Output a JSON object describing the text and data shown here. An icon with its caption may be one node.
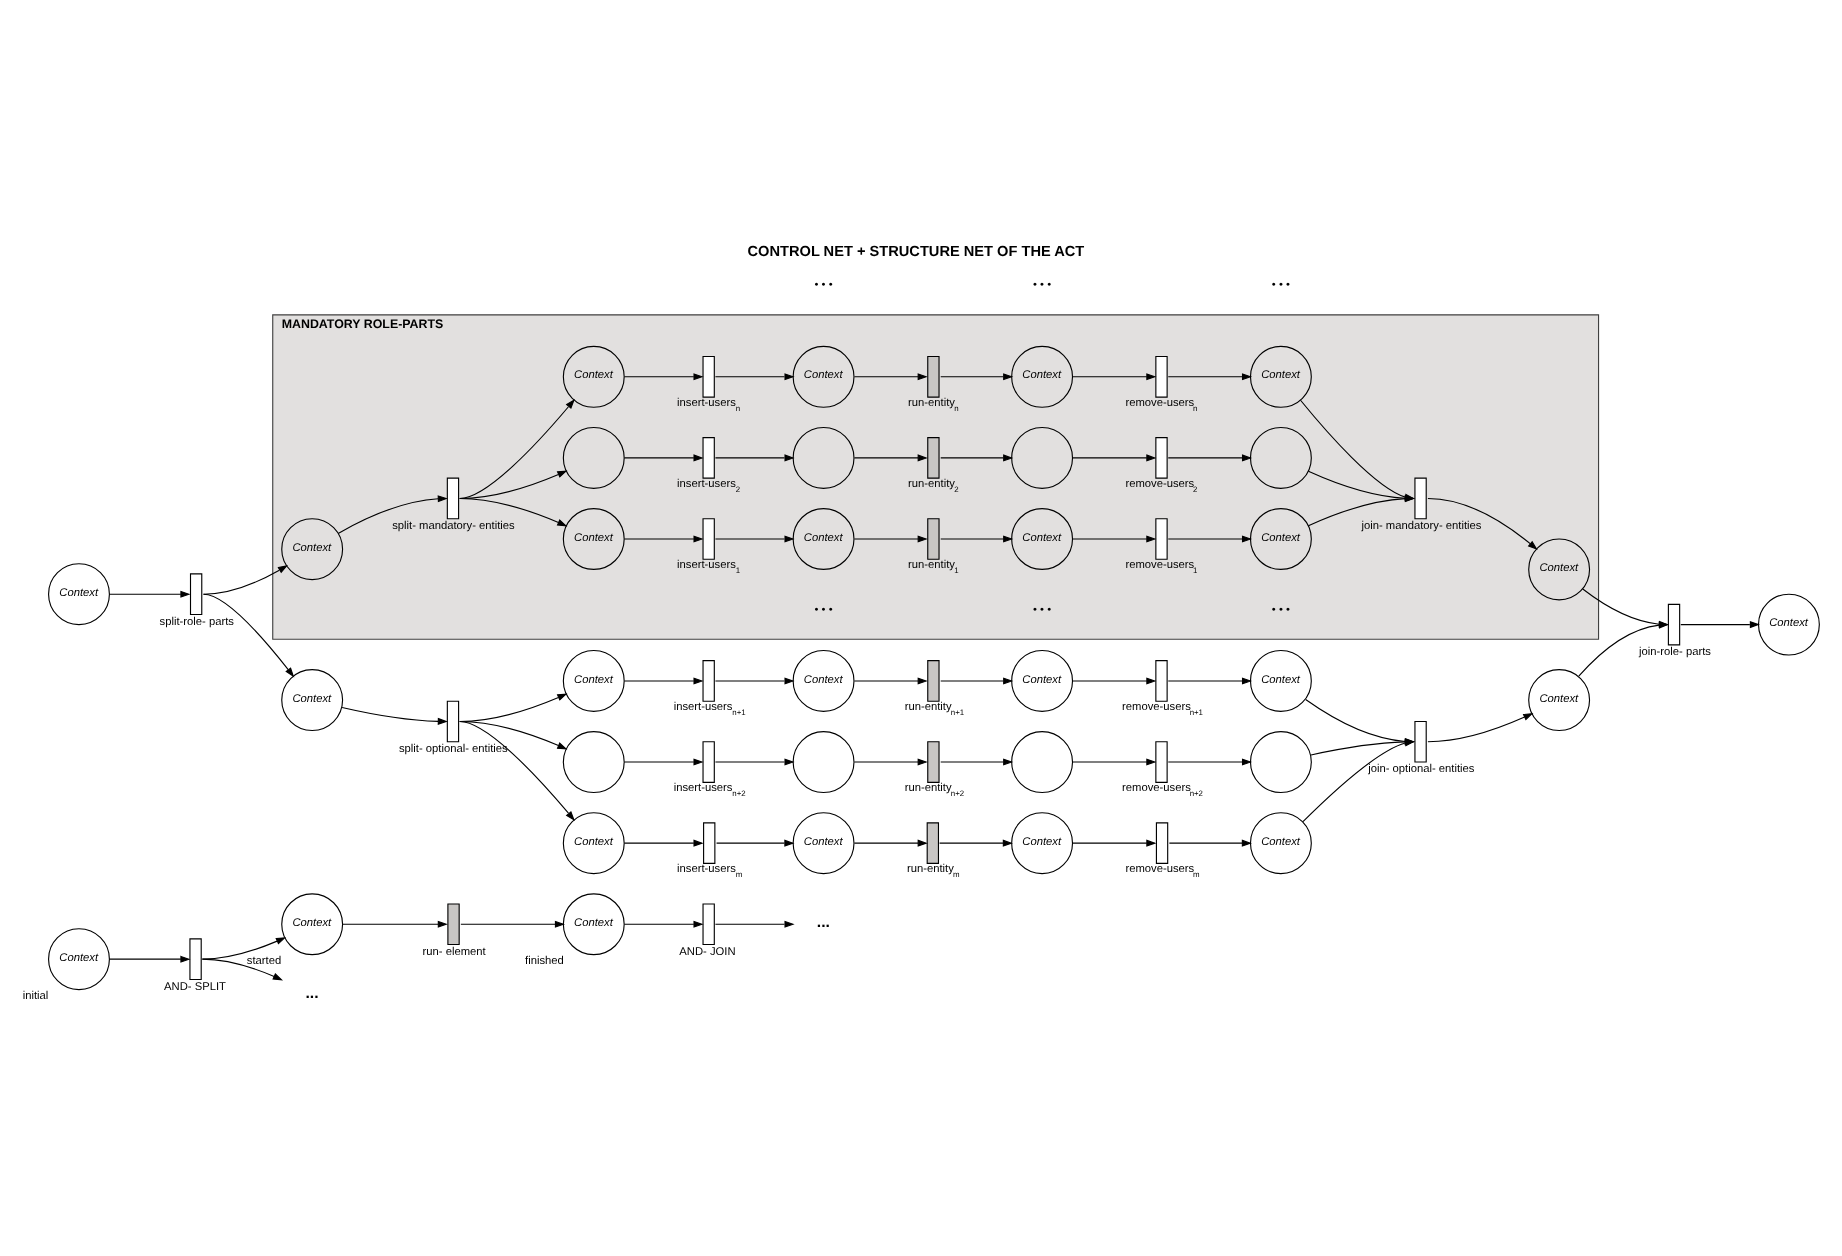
{
  "diagram": {
    "title": "CONTROL NET + STRUCTURE NET OF THE ACT",
    "nodes": [
      {
        "text": [
          "Context"
        ],
        "beside": [
          "initial"
        ]
      },
      {
        "text": [
          "AND- SPLIT"
        ]
      },
      {
        "text": [
          "Context"
        ],
        "beside": [
          "started"
        ]
      },
      {
        "text": [
          "run- element"
        ]
      },
      {
        "text": [
          "Context"
        ],
        "beside": [
          "finished"
        ]
      },
      {
        "text": [
          "AND- JOIN"
        ]
      },
      {
        "text": [
          "..."
        ]
      },
      {
        "text": [
          "..."
        ]
      },
      {
        "text": [
          "Context"
        ]
      },
      {
        "text": [
          "split-role- parts"
        ]
      },
      {
        "text": [
          "MANDATORY ROLE-PARTS"
        ]
      },
      {
        "text": [
          "Context"
        ],
        "in": 10
      },
      {
        "text": [
          "split- mandatory- entities"
        ],
        "in": 10
      },
      {
        "text": [
          "Context"
        ],
        "in": 10
      },
      {
        "text": [
          "insert-users$_{1}$"
        ],
        "in": 10
      },
      {
        "text": [
          "Context"
        ],
        "in": 10
      },
      {
        "text": [
          "run-entity$_{1}$"
        ],
        "in": 10
      },
      {
        "text": [
          "Context"
        ],
        "in": 10
      },
      {
        "text": [
          "remove-users$_{1}$"
        ],
        "in": 10
      },
      {
        "text": [
          "Context"
        ],
        "in": 10
      },
      {
        "text": [],
        "shape": "circle",
        "in": 10
      },
      {
        "text": [
          "insert-users$_{2}$"
        ],
        "in": 10
      },
      {
        "text": [],
        "shape": "circle",
        "in": 10
      },
      {
        "text": [
          "run-entity$_{2}$"
        ],
        "in": 10
      },
      {
        "text": [],
        "shape": "circle",
        "in": 10
      },
      {
        "text": [
          "remove-users$_{2}$"
        ],
        "in": 10
      },
      {
        "text": [],
        "shape": "circle",
        "in": 10
      },
      {
        "text": [
          "Context"
        ],
        "in": 10
      },
      {
        "text": [
          "insert-users$_{n}$"
        ],
        "in": 10
      },
      {
        "text": [
          "Context"
        ],
        "in": 10
      },
      {
        "text": [
          "run-entity$_{n}$"
        ],
        "in": 10
      },
      {
        "text": [
          "Context"
        ],
        "in": 10
      },
      {
        "text": [
          "remove-users$_{n}$"
        ],
        "in": 10
      },
      {
        "text": [
          "Context"
        ],
        "in": 10
      },
      {
        "text": [
          "join- mandatory- entities"
        ],
        "in": 10
      },
      {
        "text": [
          "Context"
        ],
        "in": 10
      },
      {
        "text": [
          "join-role- parts"
        ]
      },
      {
        "text": [
          "Context"
        ]
      },
      {
        "text": [
          "Context"
        ]
      },
      {
        "text": [
          "split- optional- entities"
        ]
      },
      {
        "text": [
          "Context"
        ]
      },
      {
        "text": [
          "insert-users$_{n+1}$"
        ]
      },
      {
        "text": [
          "Context"
        ]
      },
      {
        "text": [
          "run-entity$_{n+1}$"
        ]
      },
      {
        "text": [
          "Context"
        ]
      },
      {
        "text": [
          "remove-users$_{n+1}$"
        ]
      },
      {
        "text": [
          "Context"
        ]
      },
      {
        "text": [],
        "shape": "circle"
      },
      {
        "text": [
          "insert-users$_{n+2}$"
        ]
      },
      {
        "text": [],
        "shape": "circle"
      },
      {
        "text": [
          "run-entity$_{n+2}$"
        ]
      },
      {
        "text": [],
        "shape": "circle"
      },
      {
        "text": [
          "remove-users$_{n+2}$"
        ]
      },
      {
        "text": [],
        "shape": "circle"
      },
      {
        "text": [
          "Context"
        ]
      },
      {
        "text": [
          "insert-users$_{m}$"
        ]
      },
      {
        "text": [
          "Context"
        ]
      },
      {
        "text": [
          "run-entity$_{m}$"
        ]
      },
      {
        "text": [
          "Context"
        ]
      },
      {
        "text": [
          "remove-users$_{m}$"
        ]
      },
      {
        "text": [
          "Context"
        ]
      },
      {
        "text": [
          "join- optional- entities"
        ]
      },
      {
        "text": [
          "Context"
        ]
      }
    ],
    "edges": [
      {
        "from": 0,
        "to": 1,
        "arrow": "to"
      },
      {
        "from": 1,
        "to": 2,
        "arrow": "to"
      },
      {
        "from": 2,
        "to": 3,
        "arrow": "to"
      },
      {
        "from": 3,
        "to": 4,
        "arrow": "to"
      },
      {
        "from": 4,
        "to": 5,
        "arrow": "to"
      },
      {
        "from": 5,
        "to": 6,
        "arrow": "to"
      },
      {
        "from": 1,
        "to": 7,
        "arrow": "to"
      },
      {
        "from": 8,
        "to": 9,
        "arrow": "to"
      },
      {
        "from": 9,
        "to": 11,
        "arrow": "to"
      },
      {
        "from": 11,
        "to": 12,
        "arrow": "to"
      },
      {
        "from": 12,
        "to": 13,
        "arrow": "to"
      },
      {
        "from": 12,
        "to": 20,
        "arrow": "to"
      },
      {
        "from": 12,
        "to": 27,
        "arrow": "to"
      },
      {
        "from": 13,
        "to": 14,
        "arrow": "to"
      },
      {
        "from": 14,
        "to": 15,
        "arrow": "to"
      },
      {
        "from": 15,
        "to": 16,
        "arrow": "to"
      },
      {
        "from": 16,
        "to": 17,
        "arrow": "to"
      },
      {
        "from": 17,
        "to": 18,
        "arrow": "to"
      },
      {
        "from": 18,
        "to": 19,
        "arrow": "to"
      },
      {
        "from": 19,
        "to": 34,
        "arrow": "to"
      },
      {
        "from": 20,
        "to": 21,
        "arrow": "to"
      },
      {
        "from": 21,
        "to": 22,
        "arrow": "to"
      },
      {
        "from": 22,
        "to": 23,
        "arrow": "to"
      },
      {
        "from": 23,
        "to": 24,
        "arrow": "to"
      },
      {
        "from": 24,
        "to": 25,
        "arrow": "to"
      },
      {
        "from": 25,
        "to": 26,
        "arrow": "to"
      },
      {
        "from": 26,
        "to": 34,
        "arrow": "to"
      },
      {
        "from": 27,
        "to": 28,
        "arrow": "to"
      },
      {
        "from": 28,
        "to": 29,
        "arrow": "to"
      },
      {
        "from": 29,
        "to": 30,
        "arrow": "to"
      },
      {
        "from": 30,
        "to": 31,
        "arrow": "to"
      },
      {
        "from": 31,
        "to": 32,
        "arrow": "to"
      },
      {
        "from": 32,
        "to": 33,
        "arrow": "to"
      },
      {
        "from": 33,
        "to": 34,
        "arrow": "to"
      },
      {
        "from": 34,
        "to": 35,
        "arrow": "to"
      },
      {
        "from": 35,
        "to": 36,
        "arrow": "to"
      },
      {
        "from": 36,
        "to": 37,
        "arrow": "to"
      },
      {
        "from": 9,
        "to": 38,
        "arrow": "to"
      },
      {
        "from": 38,
        "to": 39,
        "arrow": "to"
      },
      {
        "from": 39,
        "to": 40,
        "arrow": "to"
      },
      {
        "from": 39,
        "to": 47,
        "arrow": "to"
      },
      {
        "from": 39,
        "to": 54,
        "arrow": "to"
      },
      {
        "from": 40,
        "to": 41,
        "arrow": "to"
      },
      {
        "from": 41,
        "to": 42,
        "arrow": "to"
      },
      {
        "from": 42,
        "to": 43,
        "arrow": "to"
      },
      {
        "from": 43,
        "to": 44,
        "arrow": "to"
      },
      {
        "from": 44,
        "to": 45,
        "arrow": "to"
      },
      {
        "from": 45,
        "to": 46,
        "arrow": "to"
      },
      {
        "from": 46,
        "to": 61,
        "arrow": "to"
      },
      {
        "from": 47,
        "to": 48,
        "arrow": "to"
      },
      {
        "from": 48,
        "to": 49,
        "arrow": "to"
      },
      {
        "from": 49,
        "to": 50,
        "arrow": "to"
      },
      {
        "from": 50,
        "to": 51,
        "arrow": "to"
      },
      {
        "from": 51,
        "to": 52,
        "arrow": "to"
      },
      {
        "from": 52,
        "to": 53,
        "arrow": "to"
      },
      {
        "from": 53,
        "to": 61,
        "arrow": "to"
      },
      {
        "from": 54,
        "to": 55,
        "arrow": "to"
      },
      {
        "from": 55,
        "to": 56,
        "arrow": "to"
      },
      {
        "from": 56,
        "to": 57,
        "arrow": "to"
      },
      {
        "from": 57,
        "to": 58,
        "arrow": "to"
      },
      {
        "from": 58,
        "to": 59,
        "arrow": "to"
      },
      {
        "from": 59,
        "to": 60,
        "arrow": "to"
      },
      {
        "from": 60,
        "to": 61,
        "arrow": "to"
      },
      {
        "from": 61,
        "to": 62,
        "arrow": "to"
      },
      {
        "from": 62,
        "to": 36,
        "arrow": "to"
      }
    ],
    "labels": [
      "• • •",
      "• • •",
      "• • •",
      "• • •",
      "• • •",
      "• • •"
    ]
  }
}
